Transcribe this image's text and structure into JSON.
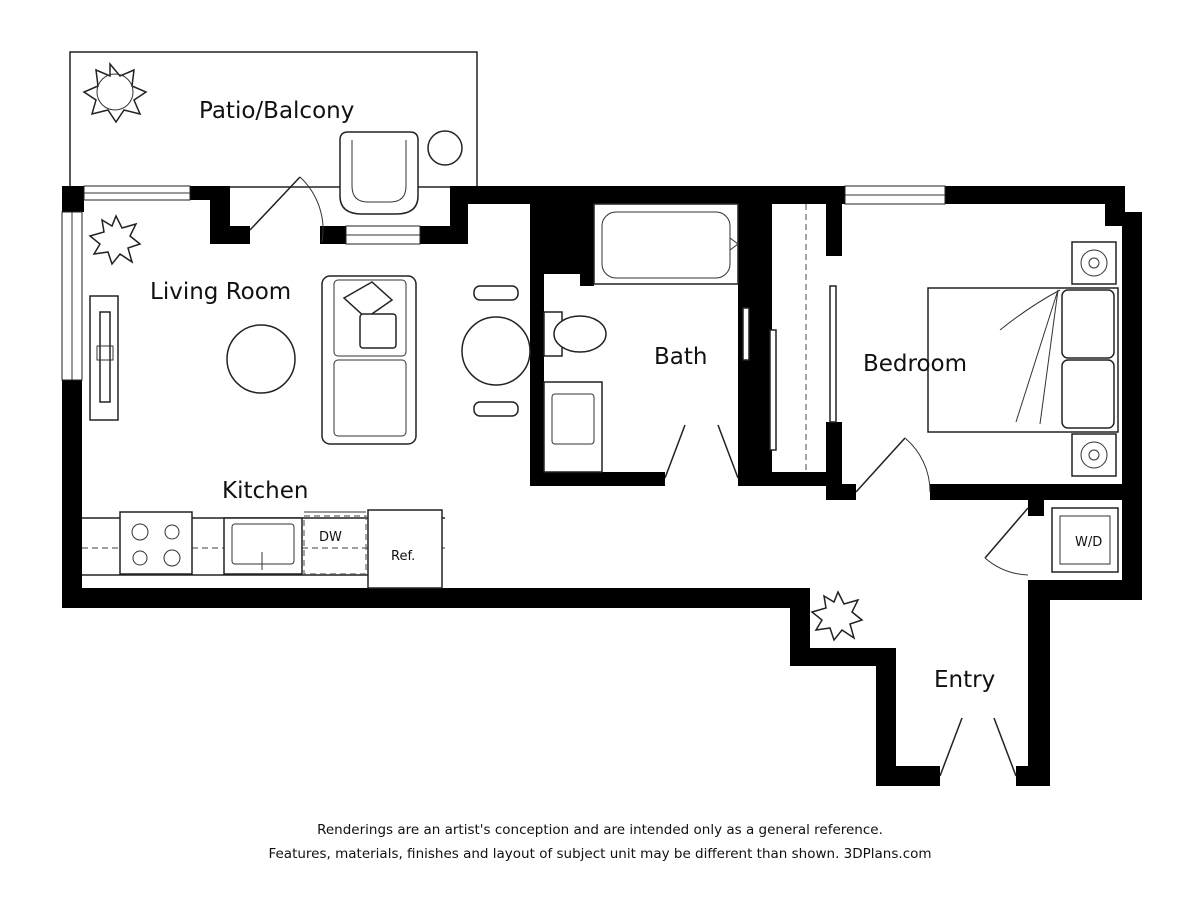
{
  "rooms": {
    "patio": "Patio/Balcony",
    "living": "Living Room",
    "kitchen": "Kitchen",
    "bath": "Bath",
    "bedroom": "Bedroom",
    "entry": "Entry"
  },
  "appliances": {
    "dishwasher": "DW",
    "refrigerator": "Ref.",
    "washer_dryer": "W/D"
  },
  "disclaimer": {
    "line1": "Renderings are an artist's conception and are intended only as a general reference.",
    "line2": "Features, materials, finishes and layout of subject unit may be different than shown. 3DPlans.com"
  }
}
